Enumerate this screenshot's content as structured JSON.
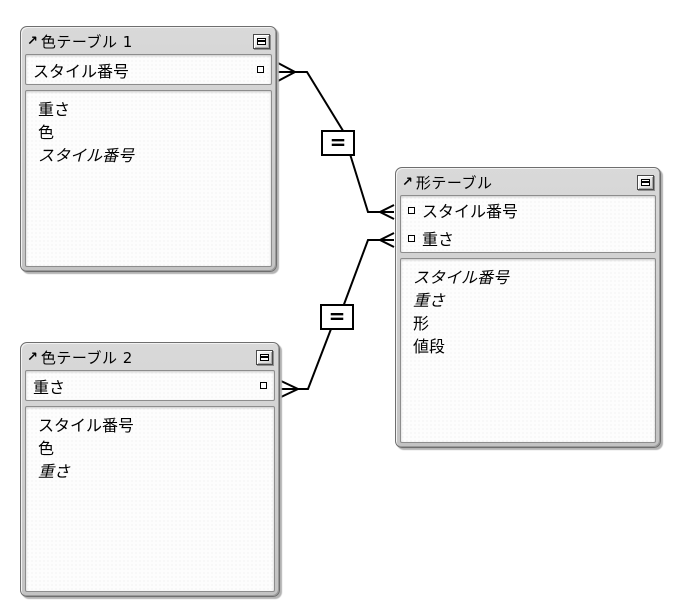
{
  "colors": {
    "canvas_bg": "#ffffff",
    "table_frame": "#c9c9c9",
    "table_border": "#6e6e6e",
    "panel_bg": "#fdfdfd",
    "panel_border": "#8d8d8d",
    "line": "#000000",
    "text": "#000000"
  },
  "icons": {
    "header_arrow": "↗",
    "collapse_button": "window-collapse",
    "key_marker": "small-square"
  },
  "tables": [
    {
      "title": "色テーブル 1",
      "key_fields": [
        {
          "label": "スタイル番号",
          "italic": false
        }
      ],
      "fields": [
        {
          "label": "重さ",
          "italic": false
        },
        {
          "label": "色",
          "italic": false
        },
        {
          "label": "スタイル番号",
          "italic": true
        }
      ],
      "key_marker_side": "right"
    },
    {
      "title": "色テーブル 2",
      "key_fields": [
        {
          "label": "重さ",
          "italic": false
        }
      ],
      "fields": [
        {
          "label": "スタイル番号",
          "italic": false
        },
        {
          "label": "色",
          "italic": false
        },
        {
          "label": "重さ",
          "italic": true
        }
      ],
      "key_marker_side": "right"
    },
    {
      "title": "形テーブル",
      "key_fields": [
        {
          "label": "スタイル番号",
          "italic": false
        },
        {
          "label": "重さ",
          "italic": false
        }
      ],
      "fields": [
        {
          "label": "スタイル番号",
          "italic": true
        },
        {
          "label": "重さ",
          "italic": true
        },
        {
          "label": "形",
          "italic": false
        },
        {
          "label": "値段",
          "italic": false
        }
      ],
      "key_marker_side": "left"
    }
  ],
  "operators": [
    {
      "symbol": "="
    },
    {
      "symbol": "="
    }
  ],
  "relationships": [
    {
      "from_table": "色テーブル 1",
      "from_field": "スタイル番号",
      "to_table": "形テーブル",
      "to_field": "スタイル番号",
      "operator": "="
    },
    {
      "from_table": "色テーブル 2",
      "from_field": "重さ",
      "to_table": "形テーブル",
      "to_field": "重さ",
      "operator": "="
    }
  ]
}
